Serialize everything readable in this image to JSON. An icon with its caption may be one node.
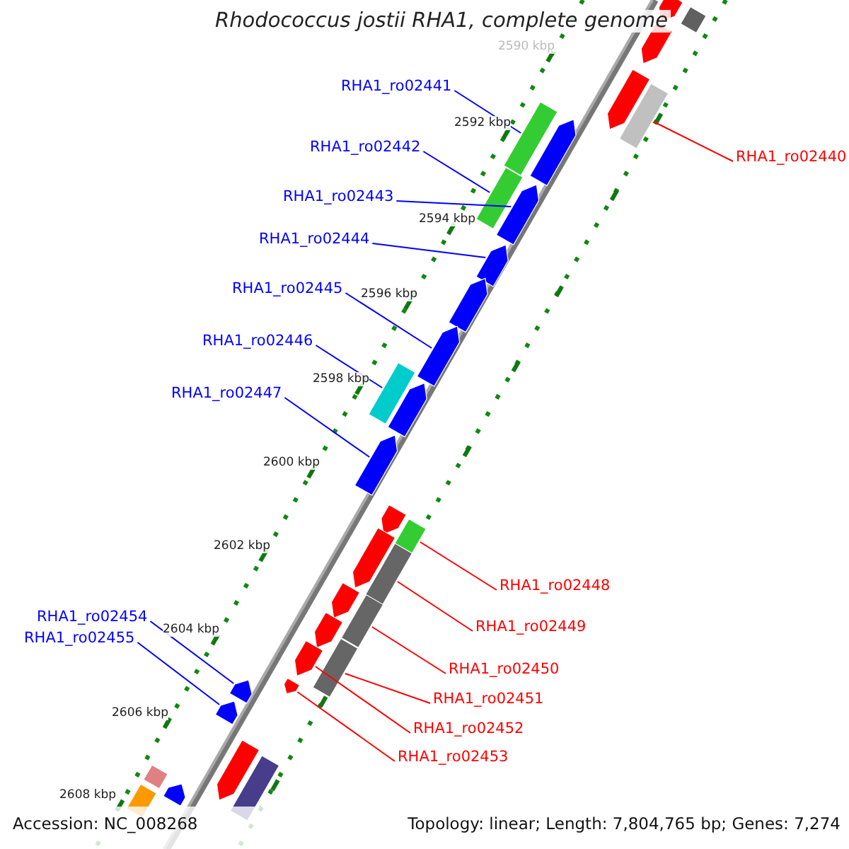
{
  "diagram": {
    "title": "Rhodococcus jostii RHA1, complete genome",
    "nodes": [
      {
        "text": [
          "RHA1_ro02440"
        ]
      },
      {
        "text": [
          "RHA1_ro02441"
        ]
      },
      {
        "text": [
          "RHA1_ro02442"
        ]
      },
      {
        "text": [
          "RHA1_ro02443"
        ]
      },
      {
        "text": [
          "RHA1_ro02444"
        ]
      },
      {
        "text": [
          "RHA1_ro02445"
        ]
      },
      {
        "text": [
          "RHA1_ro02446"
        ]
      },
      {
        "text": [
          "RHA1_ro02447"
        ]
      },
      {
        "text": [
          "RHA1_ro02448"
        ]
      },
      {
        "text": [
          "RHA1_ro02449"
        ]
      },
      {
        "text": [
          "RHA1_ro02450"
        ]
      },
      {
        "text": [
          "RHA1_ro02451"
        ]
      },
      {
        "text": [
          "RHA1_ro02452"
        ]
      },
      {
        "text": [
          "RHA1_ro02453"
        ]
      },
      {
        "text": [
          "RHA1_ro02454"
        ]
      },
      {
        "text": [
          "RHA1_ro02455"
        ]
      },
      {
        "text": [],
        "shape": "pentagon"
      },
      {
        "text": [],
        "shape": "bar"
      },
      {
        "text": [],
        "shape": "pentagon"
      },
      {
        "text": [],
        "shape": "pentagon"
      },
      {
        "text": [],
        "shape": "bar"
      },
      {
        "text": [],
        "shape": "bar"
      },
      {
        "text": [],
        "shape": "pentagon"
      },
      {
        "text": [],
        "shape": "bar"
      },
      {
        "text": [],
        "shape": "pentagon"
      },
      {
        "text": [],
        "shape": "pentagon"
      },
      {
        "text": [],
        "shape": "pentagon"
      },
      {
        "text": [],
        "shape": "pentagon"
      },
      {
        "text": [],
        "shape": "bar"
      },
      {
        "text": [],
        "shape": "pentagon"
      },
      {
        "text": [],
        "shape": "pentagon"
      },
      {
        "text": [],
        "shape": "pentagon"
      },
      {
        "text": [],
        "shape": "bar"
      },
      {
        "text": [],
        "shape": "pentagon"
      },
      {
        "text": [],
        "shape": "bar"
      },
      {
        "text": [],
        "shape": "pentagon"
      },
      {
        "text": [],
        "shape": "bar"
      },
      {
        "text": [],
        "shape": "pentagon"
      },
      {
        "text": [],
        "shape": "pentagon"
      },
      {
        "text": [],
        "shape": "bar"
      },
      {
        "text": [],
        "shape": "pentagon"
      },
      {
        "text": [],
        "shape": "pentagon"
      },
      {
        "text": [],
        "shape": "pentagon"
      },
      {
        "text": [],
        "shape": "pentagon"
      },
      {
        "text": [],
        "shape": "bar"
      },
      {
        "text": [],
        "shape": "bar"
      },
      {
        "text": [],
        "shape": "pentagon"
      },
      {
        "text": [],
        "shape": "bar"
      }
    ],
    "edges": [
      {
        "from": 0,
        "to": 20,
        "arrow": "none",
        "color": "#ff0000"
      },
      {
        "from": 1,
        "to": 21,
        "arrow": "none"
      },
      {
        "from": 2,
        "to": 23,
        "arrow": "none"
      },
      {
        "from": 3,
        "to": 24,
        "arrow": "none"
      },
      {
        "from": 4,
        "to": 25,
        "arrow": "none"
      },
      {
        "from": 5,
        "to": 27,
        "arrow": "none"
      },
      {
        "from": 6,
        "to": 28,
        "arrow": "none"
      },
      {
        "from": 7,
        "to": 30,
        "arrow": "none"
      },
      {
        "from": 8,
        "to": 32,
        "arrow": "none",
        "color": "#ff0000"
      },
      {
        "from": 9,
        "to": 34,
        "arrow": "none",
        "color": "#ff0000"
      },
      {
        "from": 10,
        "to": 36,
        "arrow": "none",
        "color": "#ff0000"
      },
      {
        "from": 11,
        "to": 39,
        "arrow": "none",
        "color": "#ff0000"
      },
      {
        "from": 12,
        "to": 38,
        "arrow": "none",
        "color": "#ff0000"
      },
      {
        "from": 13,
        "to": 40,
        "arrow": "none",
        "color": "#ff0000"
      },
      {
        "from": 14,
        "to": 41,
        "arrow": "none"
      },
      {
        "from": 15,
        "to": 42,
        "arrow": "none"
      }
    ],
    "labels": [
      "2590 kbp",
      "2592 kbp",
      "2594 kbp",
      "2596 kbp",
      "2598 kbp",
      "2600 kbp",
      "2602 kbp",
      "2604 kbp",
      "2606 kbp",
      "2608 kbp",
      "Accession: NC_008268",
      "Topology: linear; Length: 7,804,765 bp; Genes: 7,274"
    ]
  }
}
